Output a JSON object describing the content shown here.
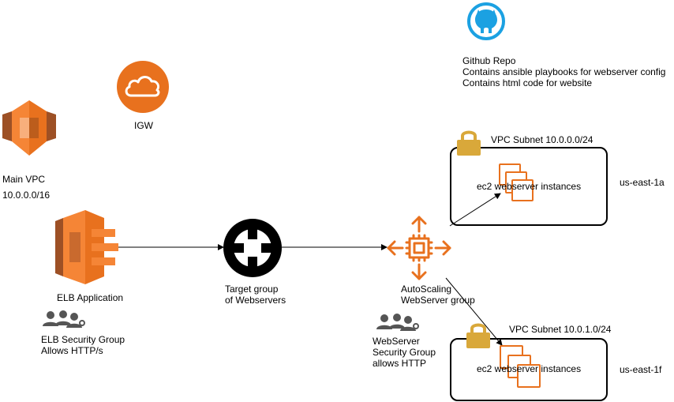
{
  "github": {
    "icon": "github-icon",
    "title": "Github Repo",
    "line1": "Contains ansible playbooks for webserver config",
    "line2": "Contains html code for website"
  },
  "igw": {
    "icon": "cloud-icon",
    "label": "IGW"
  },
  "vpc": {
    "icon": "vpc-icon",
    "name": "Main VPC",
    "cidr": "10.0.0.0/16"
  },
  "elb": {
    "icon": "elb-icon",
    "label": "ELB Application",
    "sg_icon": "users-group-icon",
    "sg_line1": "ELB Security Group",
    "sg_line2": "Allows HTTP/s"
  },
  "target_group": {
    "icon": "target-icon",
    "line1": "Target group",
    "line2": "of Webservers"
  },
  "autoscaling": {
    "icon": "autoscaling-icon",
    "line1": "AutoScaling",
    "line2": "WebServer group",
    "sg_icon": "users-group-icon",
    "sg_line1": "WebServer",
    "sg_line2": "Security Group",
    "sg_line3": "allows HTTP"
  },
  "subnets": [
    {
      "title": "VPC Subnet 10.0.0.0/24",
      "instances": "ec2 webserver instances",
      "az": "us-east-1a"
    },
    {
      "title": "VPC Subnet 10.0.1.0/24",
      "instances": "ec2 webserver instances",
      "az": "us-east-1f"
    }
  ],
  "colors": {
    "aws_orange": "#E8711E",
    "github_blue": "#1BA1E2",
    "lock_gold": "#D9A83A",
    "line": "#000000"
  }
}
